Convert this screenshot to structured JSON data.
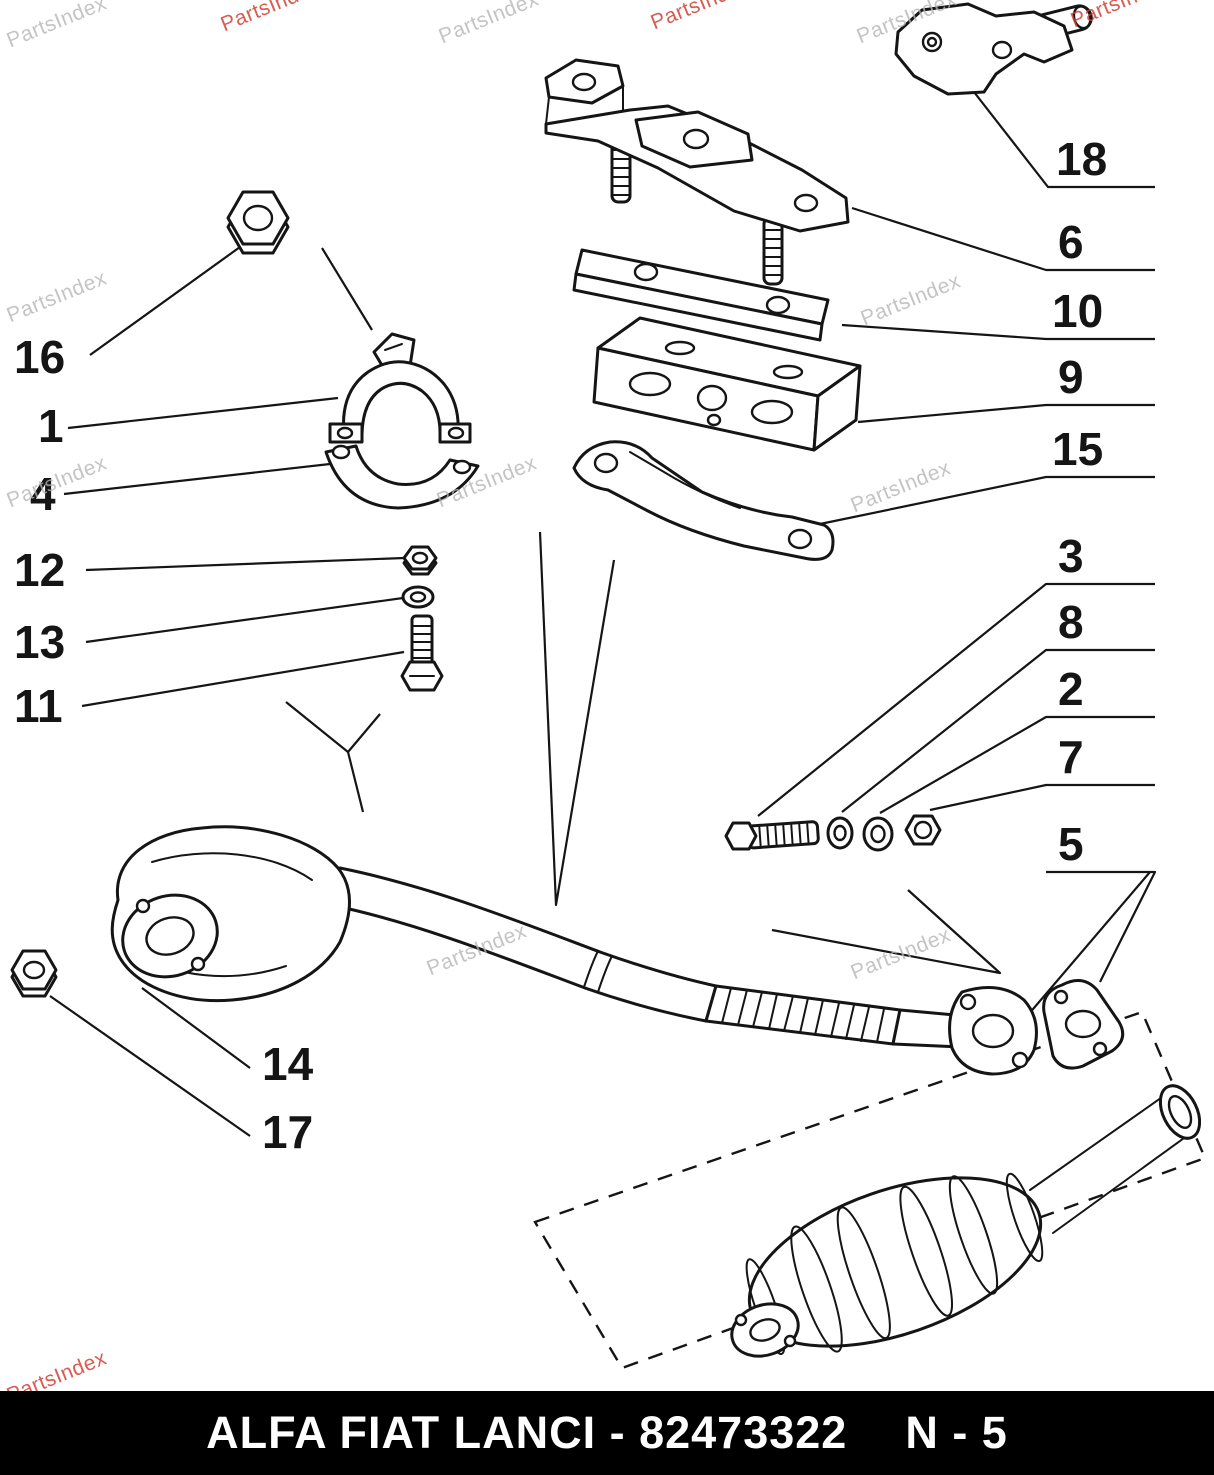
{
  "colors": {
    "background": "#ffffff",
    "line": "#151515",
    "footer_bg": "#000000",
    "footer_fg": "#ffffff",
    "watermark_gray": "#b4b4b4",
    "watermark_red": "#cf4135"
  },
  "watermark": {
    "text": "PartsIndex"
  },
  "footer": {
    "brand_text": "ALFA FIAT LANCI - 82473322",
    "page_ref": "N - 5"
  },
  "callouts": {
    "1": "1",
    "2": "2",
    "3": "3",
    "4": "4",
    "5": "5",
    "6": "6",
    "7": "7",
    "8": "8",
    "9": "9",
    "10": "10",
    "11": "11",
    "12": "12",
    "13": "13",
    "14": "14",
    "15": "15",
    "16": "16",
    "17": "17",
    "18": "18"
  }
}
